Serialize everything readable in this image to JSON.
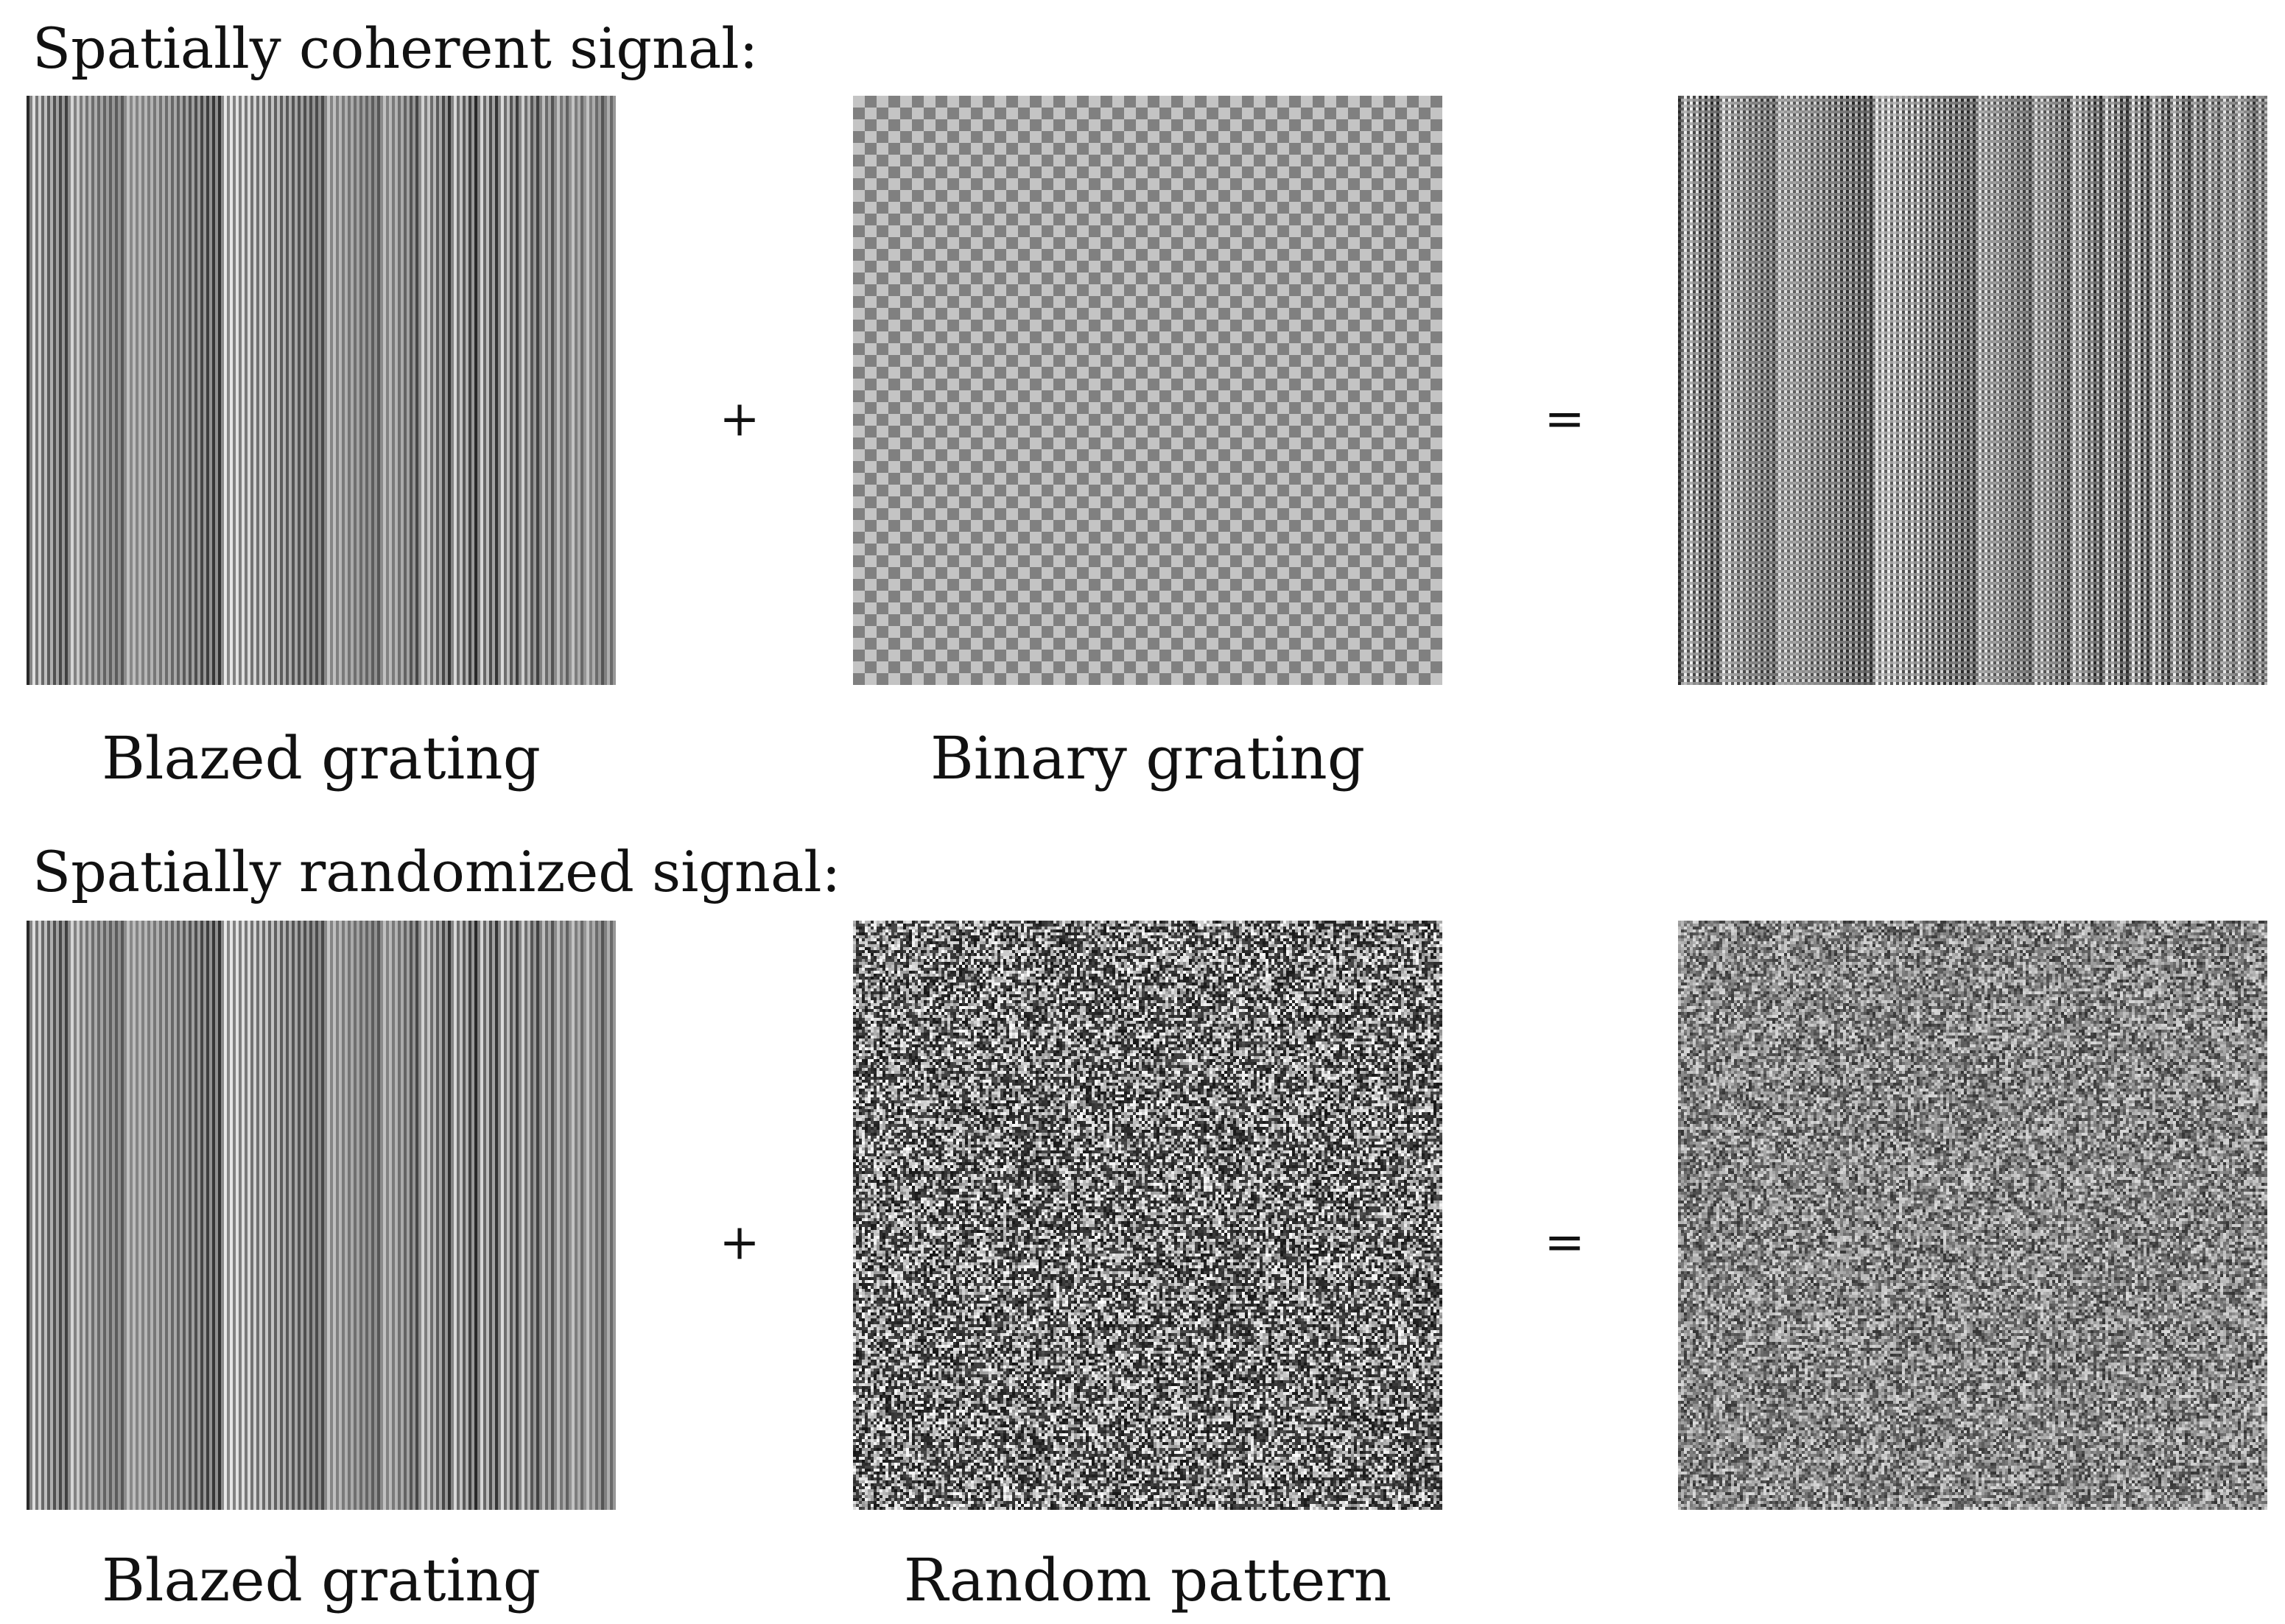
{
  "rows": [
    {
      "heading": "Spatially coherent signal:",
      "operator_plus": "+",
      "operator_equals": "=",
      "panels": [
        {
          "kind": "blazed-grating",
          "caption": "Blazed grating"
        },
        {
          "kind": "binary-grating",
          "caption": "Binary grating"
        },
        {
          "kind": "coherent-sum",
          "caption": ""
        }
      ]
    },
    {
      "heading": "Spatially randomized signal:",
      "operator_plus": "+",
      "operator_equals": "=",
      "panels": [
        {
          "kind": "blazed-grating",
          "caption": "Blazed grating"
        },
        {
          "kind": "random-pattern",
          "caption": "Random pattern"
        },
        {
          "kind": "randomized-sum",
          "caption": ""
        }
      ]
    }
  ]
}
